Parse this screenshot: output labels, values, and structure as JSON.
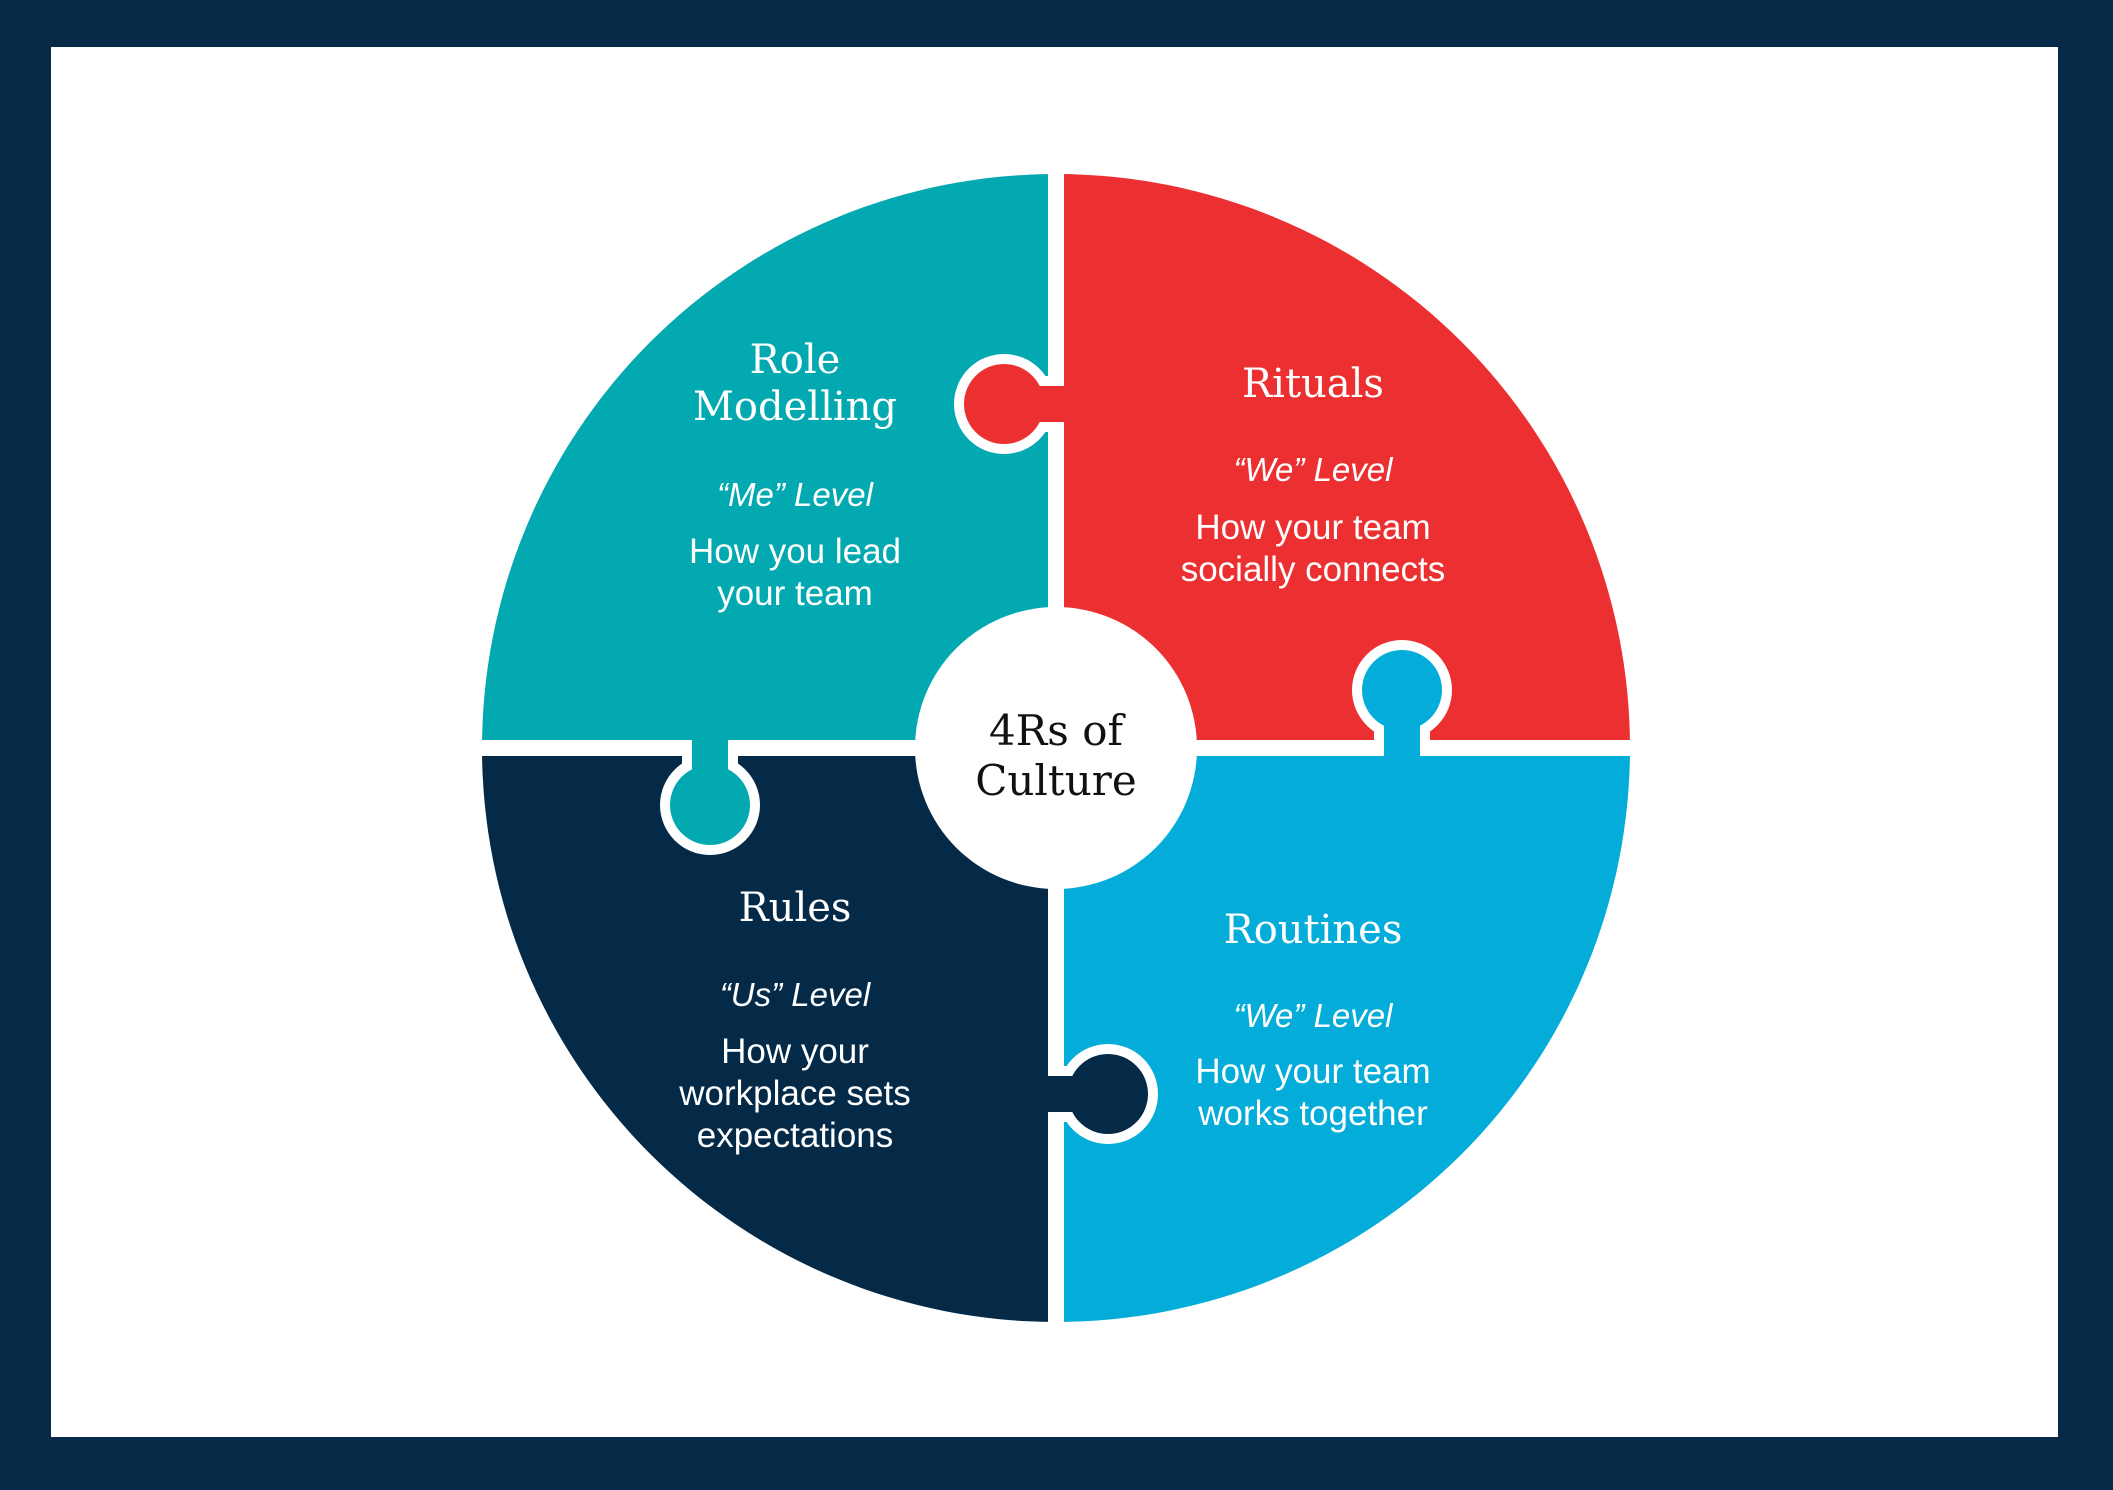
{
  "center": {
    "line1": "4Rs of",
    "line2": "Culture"
  },
  "pieces": {
    "role_modelling": {
      "title1": "Role",
      "title2": "Modelling",
      "level": "“Me” Level",
      "desc1": "How you lead",
      "desc2": "your team",
      "color": "#03a9b0"
    },
    "rituals": {
      "title": "Rituals",
      "level": "“We” Level",
      "desc1": "How your team",
      "desc2": "socially connects",
      "color": "#ec3031"
    },
    "rules": {
      "title": "Rules",
      "level": "“Us” Level",
      "desc1": "How your",
      "desc2": "workplace sets",
      "desc3": "expectations",
      "color": "#052a47"
    },
    "routines": {
      "title": "Routines",
      "level": "“We” Level",
      "desc1": "How your team",
      "desc2": "works together",
      "color": "#04acd9"
    }
  },
  "frame_color": "#062a47"
}
